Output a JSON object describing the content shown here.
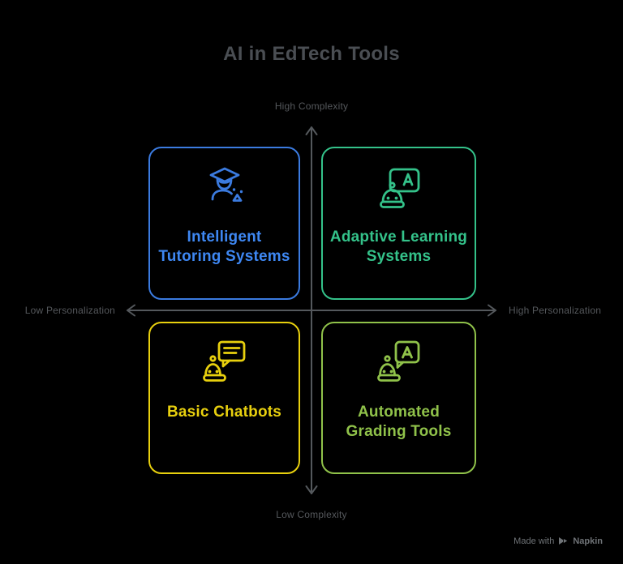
{
  "page": {
    "background": "#000000"
  },
  "title": {
    "text": "AI in EdTech Tools",
    "color": "#4A4E53"
  },
  "axes": {
    "line_color": "#54585C",
    "label_color": "#55585C",
    "top_label": "High Complexity",
    "bottom_label": "Low Complexity",
    "left_label": "Low Personalization",
    "right_label": "High Personalization"
  },
  "quadrants": [
    {
      "position": "top-left",
      "label": "Intelligent Tutoring Systems",
      "lines": [
        "Intelligent",
        "Tutoring Systems"
      ],
      "color": "#3B7BE0",
      "text_color": "#3E87F2",
      "icon": "graduate-student-icon"
    },
    {
      "position": "top-right",
      "label": "Adaptive Learning Systems",
      "lines": [
        "Adaptive Learning",
        "Systems"
      ],
      "color": "#34C28A",
      "text_color": "#34C28A",
      "icon": "robot-presentation-icon"
    },
    {
      "position": "bottom-left",
      "label": "Basic Chatbots",
      "lines": [
        "Basic Chatbots"
      ],
      "color": "#E8D00E",
      "text_color": "#E8D00E",
      "icon": "robot-chat-icon"
    },
    {
      "position": "bottom-right",
      "label": "Automated Grading Tools",
      "lines": [
        "Automated",
        "Grading Tools"
      ],
      "color": "#90C24A",
      "text_color": "#90C24A",
      "icon": "robot-grading-icon"
    }
  ],
  "footer": {
    "text": "Made with",
    "brand": "Napkin",
    "color": "#6F7377"
  }
}
